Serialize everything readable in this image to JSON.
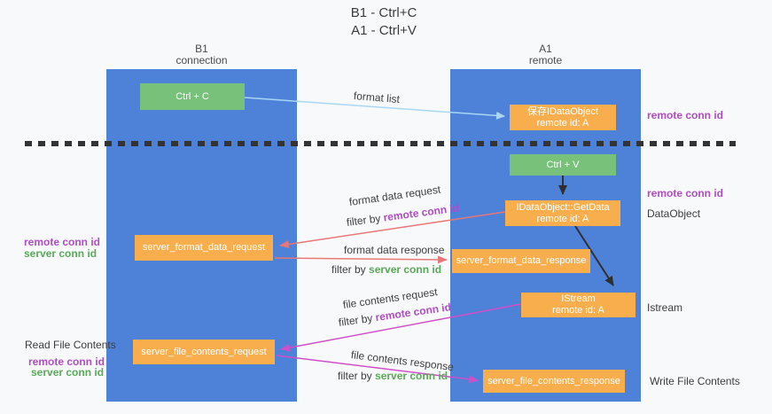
{
  "colors": {
    "bg": "#f8f9fa",
    "blue": "#4e82d8",
    "green": "#77c17a",
    "orange": "#f9ae4d",
    "purple": "#b04dc4",
    "lgreen": "#58aa58",
    "red": "#e87777",
    "magenta": "#cf4fc9",
    "lblue": "#a9d7f3",
    "dark": "#2f2f2f",
    "dash": "#333333",
    "text": "#3c3c3c"
  },
  "title": {
    "line1": "B1 - Ctrl+C",
    "line2": "A1 - Ctrl+V"
  },
  "lifelines": {
    "left": {
      "name": "B1",
      "role": "connection"
    },
    "right": {
      "name": "A1",
      "role": "remote"
    }
  },
  "nodes": {
    "ctrl_c": "Ctrl + C",
    "ctrl_v": "Ctrl + V",
    "save_dataobject": {
      "title": "保存IDataObject",
      "subtitle": "remote id: A"
    },
    "getdata": {
      "title": "IDataObject::GetData",
      "subtitle": "remote id: A"
    },
    "istream": {
      "title": "IStream",
      "subtitle": "remote id: A"
    },
    "server_format_data_request": "server_format_data_request",
    "server_format_data_response": "server_format_data_response",
    "server_file_contents_request": "server_file_contents_request",
    "server_file_contents_response": "server_file_contents_response"
  },
  "annotations": {
    "format_list": "format list",
    "format_data_request": "format data request",
    "format_data_response": "format data response",
    "file_contents_request": "file contents request",
    "file_contents_response": "file contents response",
    "filter_by": "filter by ",
    "remote_conn_id": "remote conn id",
    "server_conn_id": "server conn id"
  },
  "side_labels": {
    "right_top_remote_conn_id": "remote conn id",
    "right_mid_remote_conn_id": "remote conn id",
    "dataobject": "DataObject",
    "istream": "Istream",
    "write_file_contents": "Write File Contents",
    "left_remote_conn_id": "remote conn id",
    "left_server_conn_id": "server conn id",
    "read_file_contents": "Read File Contents",
    "read_remote_conn_id": "remote conn id",
    "read_server_conn_id": "server conn id"
  }
}
